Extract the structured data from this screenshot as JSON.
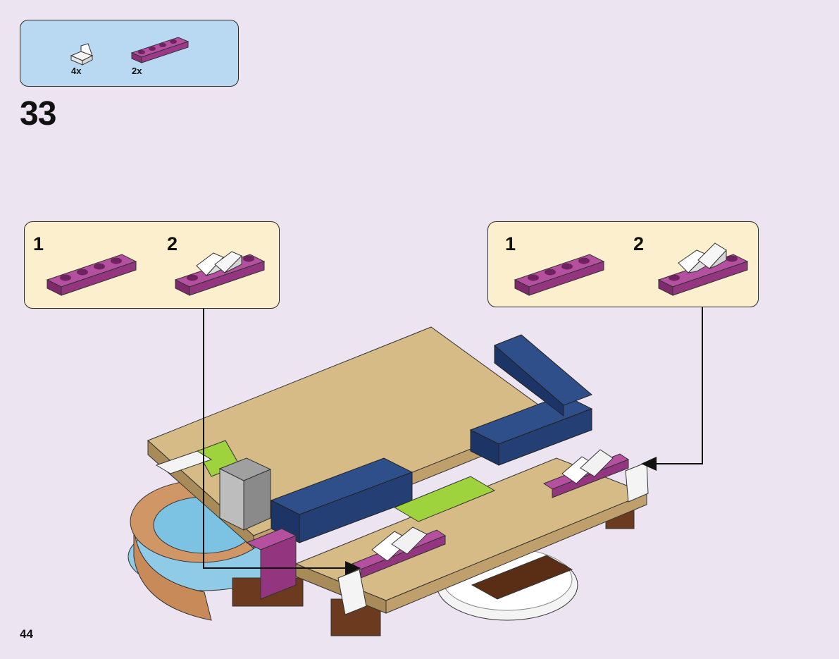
{
  "parts_list": {
    "items": [
      {
        "part": "white slope",
        "count": "4x",
        "color": "#f4f4f4"
      },
      {
        "part": "magenta plate 1x4",
        "count": "2x",
        "color": "#a23d8f"
      }
    ]
  },
  "step": {
    "number": "33"
  },
  "sub_assemblies": [
    {
      "steps": [
        {
          "number": "1"
        },
        {
          "number": "2"
        }
      ]
    },
    {
      "steps": [
        {
          "number": "1"
        },
        {
          "number": "2"
        }
      ]
    }
  ],
  "page": {
    "number": "44"
  },
  "colors": {
    "background": "#ede4f2",
    "parts_box": "#b9d9f3",
    "sub_box": "#fbefcd",
    "tan": "#d6bb86",
    "magenta": "#a23d8f",
    "dark_blue": "#243f74",
    "lime": "#9fd33d",
    "brown": "#6b3a1f",
    "medium_azure": "#7cc3e3",
    "white": "#f4f4f4"
  }
}
